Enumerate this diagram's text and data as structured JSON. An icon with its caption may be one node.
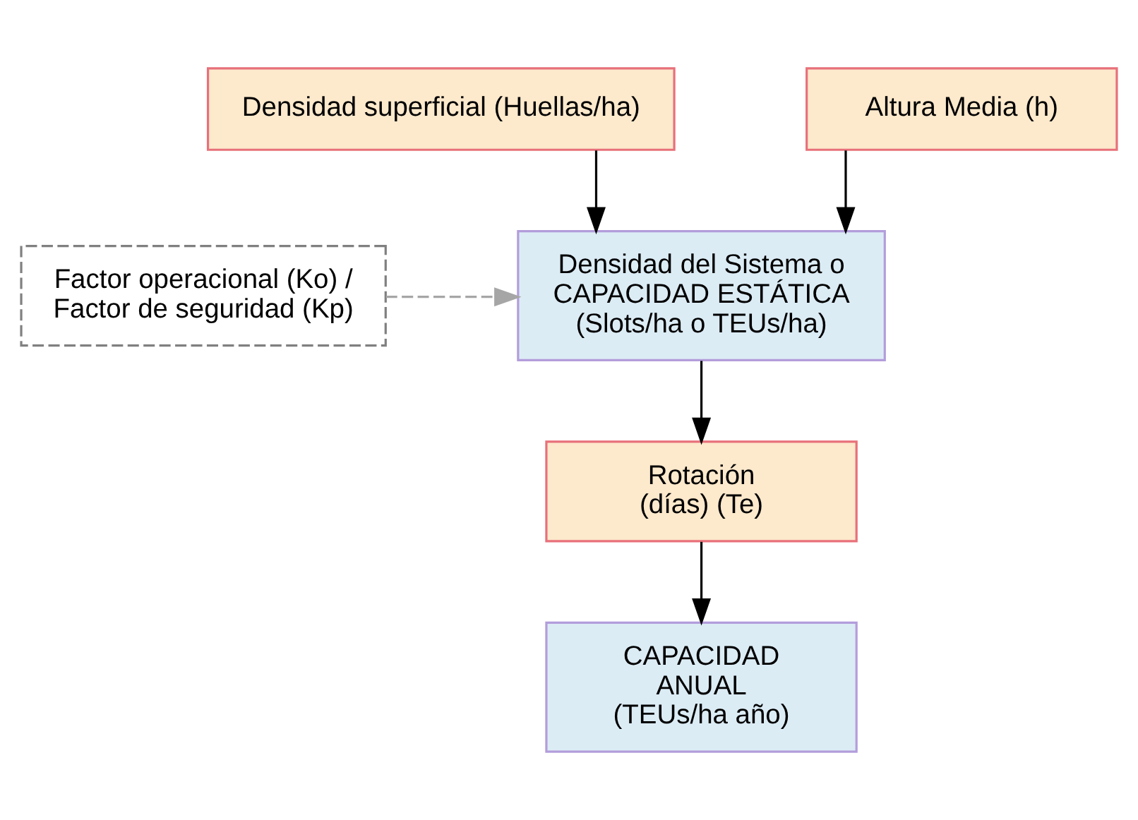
{
  "diagram": {
    "nodes": [
      {
        "text": [
          "Densidad superficial (Huellas/ha)"
        ]
      },
      {
        "text": [
          "Altura Media (h)"
        ]
      },
      {
        "text": [
          "Factor operacional (Ko) / Factor de seguridad (Kp)"
        ]
      },
      {
        "text": [
          "Densidad del Sistema o CAPACIDAD ESTÁTICA (Slots/ha o TEUs/ha)"
        ]
      },
      {
        "text": [
          "Rotación (días) (Te)"
        ]
      },
      {
        "text": [
          "CAPACIDAD ANUAL (TEUs/ha año)"
        ]
      }
    ],
    "edges": [
      {
        "from": 0,
        "to": 3,
        "arrow": "to"
      },
      {
        "from": 1,
        "to": 3,
        "arrow": "to"
      },
      {
        "from": 2,
        "to": 3,
        "arrow": "to",
        "style": "dashed",
        "color": "#a6a6a6"
      },
      {
        "from": 3,
        "to": 4,
        "arrow": "to"
      },
      {
        "from": 4,
        "to": 5,
        "arrow": "to"
      }
    ]
  }
}
